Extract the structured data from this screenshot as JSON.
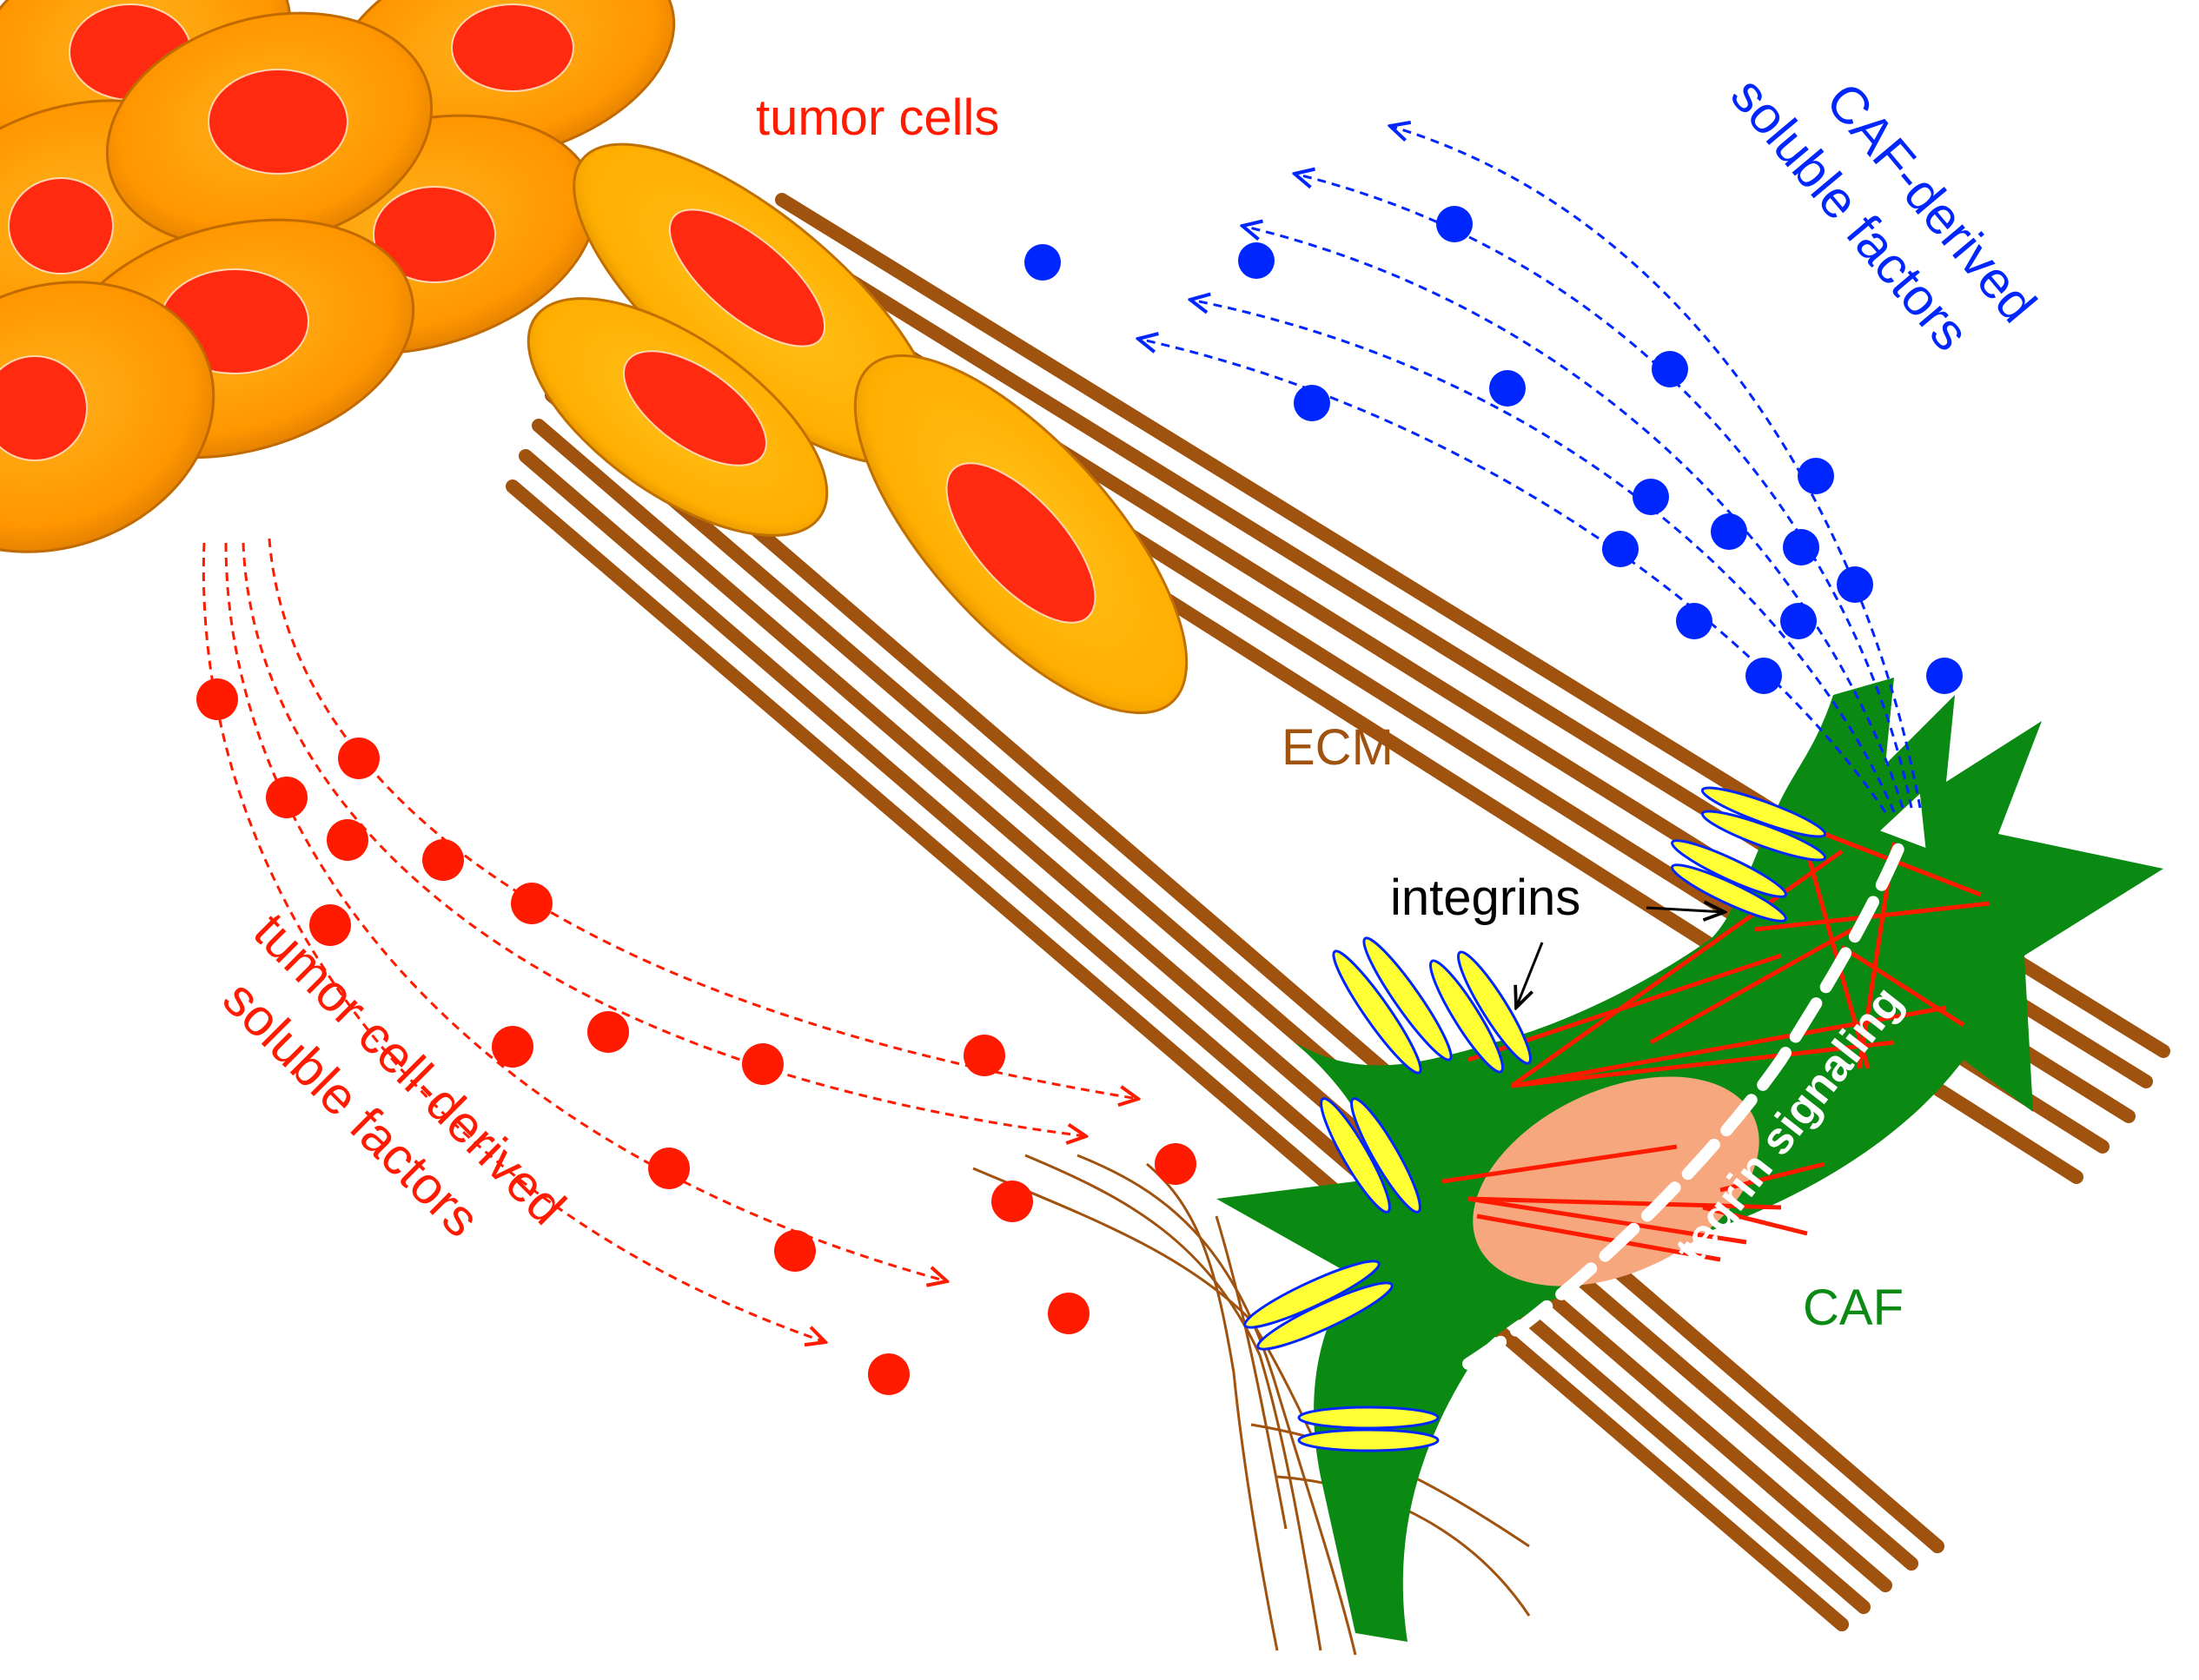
{
  "labels": {
    "tumor_cells": "tumor cells",
    "caf_factors_line1": "CAF-derived",
    "caf_factors_line2": "soluble factors",
    "ecm": "ECM",
    "integrins_upper": "integrins",
    "tumor_factors_line1": "tumor cell-derived",
    "tumor_factors_line2": "soluble factors",
    "integrin_signaling": "integrin signaling",
    "caf": "CAF"
  },
  "colors": {
    "tumor_red": "#ff1a00",
    "caf_blue": "#0026ff",
    "ecm_brown": "#a0520f",
    "caf_green": "#0a8a12",
    "cell_orange": "#ff9a00",
    "cell_orange_light": "#ffb000",
    "nucleus_red": "#ff2a10",
    "integrin_yellow": "#ffff33",
    "caf_nucleus": "#f6a77e",
    "white": "#ffffff"
  }
}
